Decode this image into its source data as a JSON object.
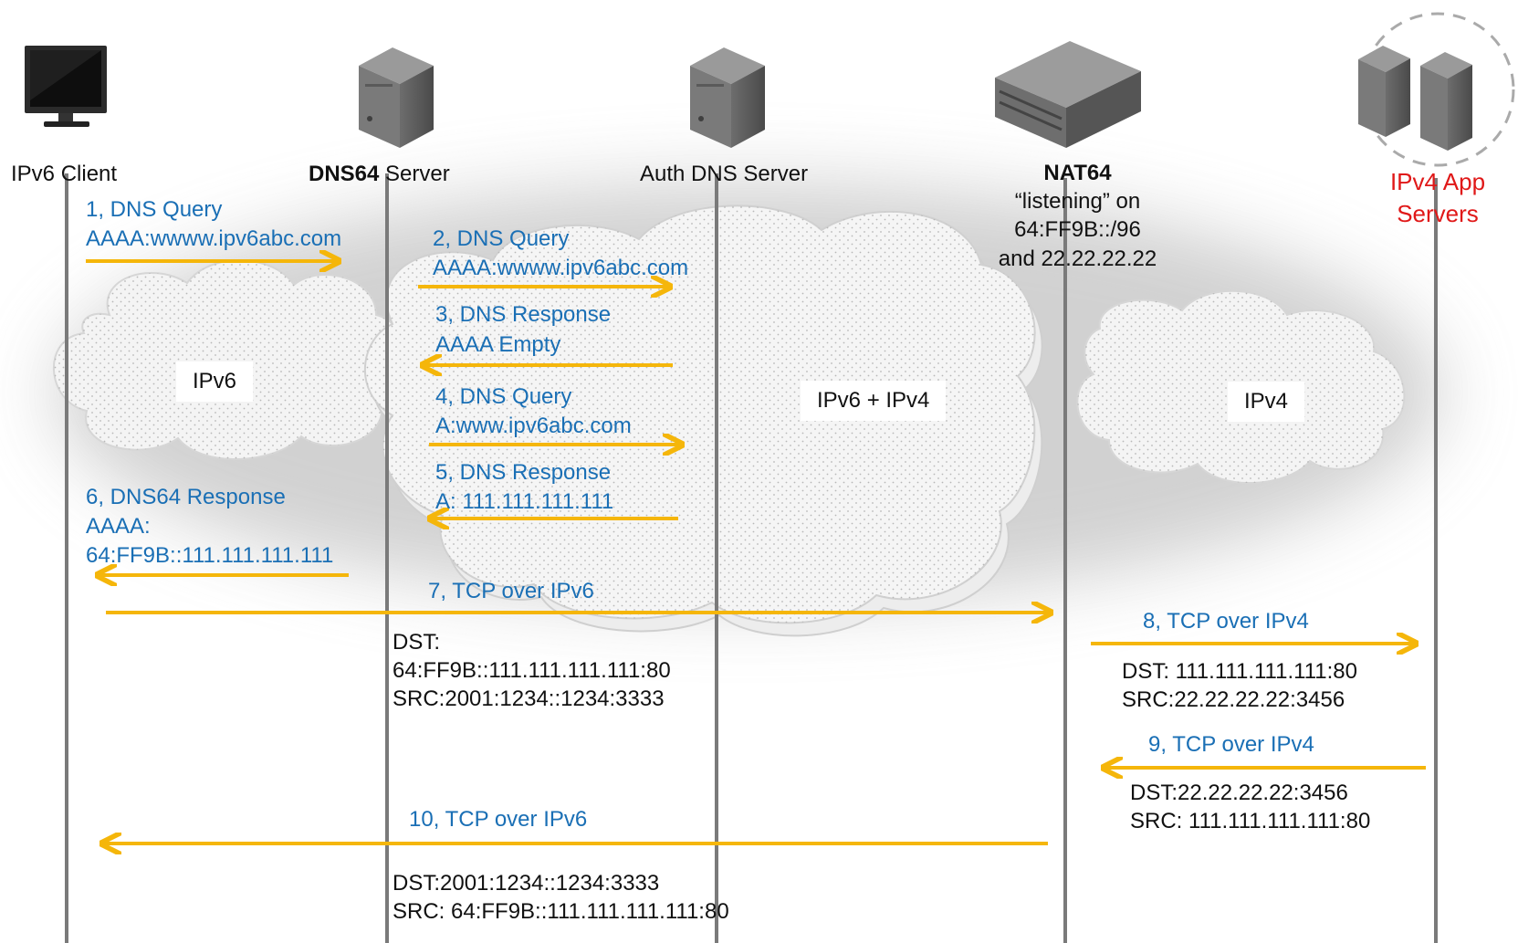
{
  "nodes": {
    "client": {
      "label": "IPv6 Client"
    },
    "dns64": {
      "label_bold": "DNS64",
      "label_rest": " Server"
    },
    "auth": {
      "label": "Auth DNS Server"
    },
    "nat64": {
      "title": "NAT64",
      "line1": "“listening” on",
      "line2": "64:FF9B::/96",
      "line3": "and 22.22.22.22"
    },
    "ipv4_servers": {
      "line1": "IPv4 App",
      "line2": "Servers"
    }
  },
  "networks": {
    "ipv6": "IPv6",
    "dual": "IPv6 + IPv4",
    "ipv4": "IPv4"
  },
  "messages": {
    "m1": {
      "title": "1, DNS Query",
      "line1": "AAAA:wwww.ipv6abc.com"
    },
    "m2": {
      "title": "2, DNS Query",
      "line1": "AAAA:wwww.ipv6abc.com"
    },
    "m3": {
      "title": "3, DNS Response",
      "line1": "AAAA Empty"
    },
    "m4": {
      "title": "4, DNS Query",
      "line1": "A:www.ipv6abc.com"
    },
    "m5": {
      "title": "5, DNS Response",
      "line1": "A: 111.111.111.111"
    },
    "m6": {
      "title": "6, DNS64 Response",
      "line1": "AAAA:",
      "line2": "64:FF9B::111.111.111.111"
    },
    "m7": {
      "title": "7, TCP over IPv6",
      "dst_label": "DST:",
      "dst": "64:FF9B::111.111.111.111:80",
      "src": "SRC:2001:1234::1234:3333"
    },
    "m8": {
      "title": "8, TCP over IPv4",
      "dst": "DST: 111.111.111.111:80",
      "src": "SRC:22.22.22.22:3456"
    },
    "m9": {
      "title": "9, TCP over IPv4",
      "dst": "DST:22.22.22.22:3456",
      "src": "SRC: 111.111.111.111:80"
    },
    "m10": {
      "title": "10, TCP over IPv6",
      "dst": "DST:2001:1234::1234:3333",
      "src": "SRC: 64:FF9B::111.111.111.111:80"
    }
  },
  "colors": {
    "arrow": "#f5b60a",
    "message_text": "#1a6fb5",
    "lifeline": "#777777",
    "highlight": "#e01818"
  }
}
